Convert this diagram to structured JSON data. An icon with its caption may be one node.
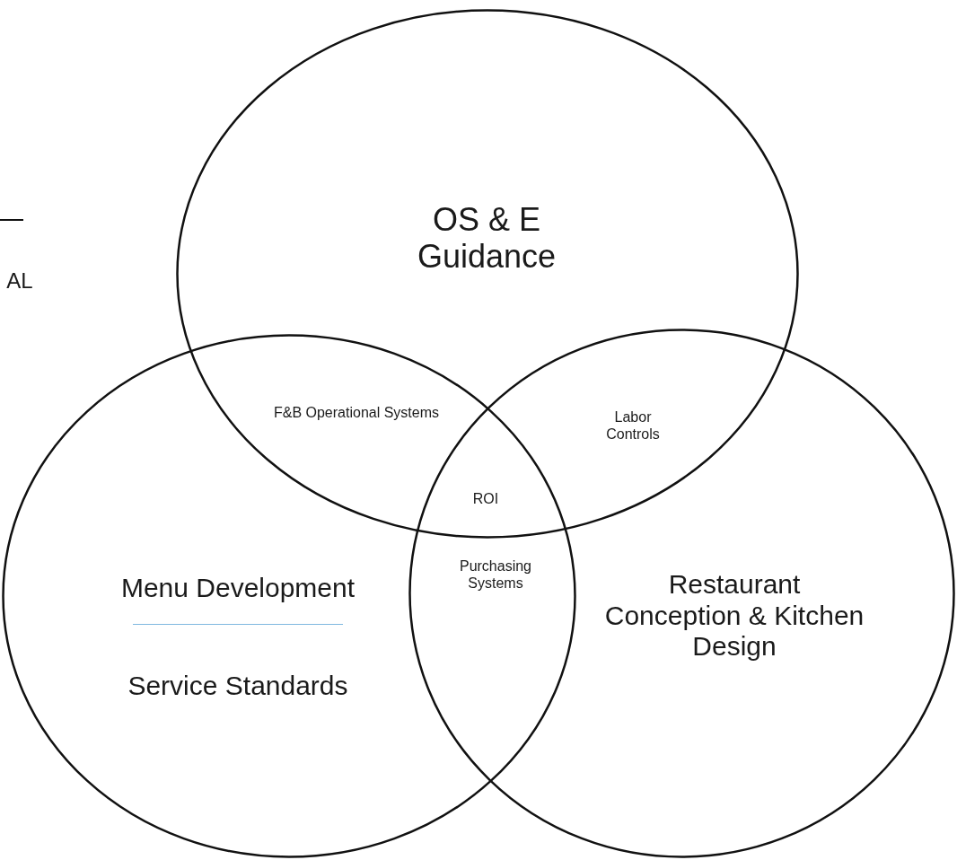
{
  "diagram": {
    "nodes": [
      {
        "text": [
          "OS & E Guidance"
        ]
      },
      {
        "text": [
          "Menu Development",
          "Service Standards"
        ]
      },
      {
        "text": [
          "Restaurant Conception & Kitchen Design"
        ]
      }
    ],
    "labels": [
      "AL",
      "F&B Operational Systems",
      "Labor Controls",
      "ROI",
      "Purchasing Systems"
    ]
  }
}
